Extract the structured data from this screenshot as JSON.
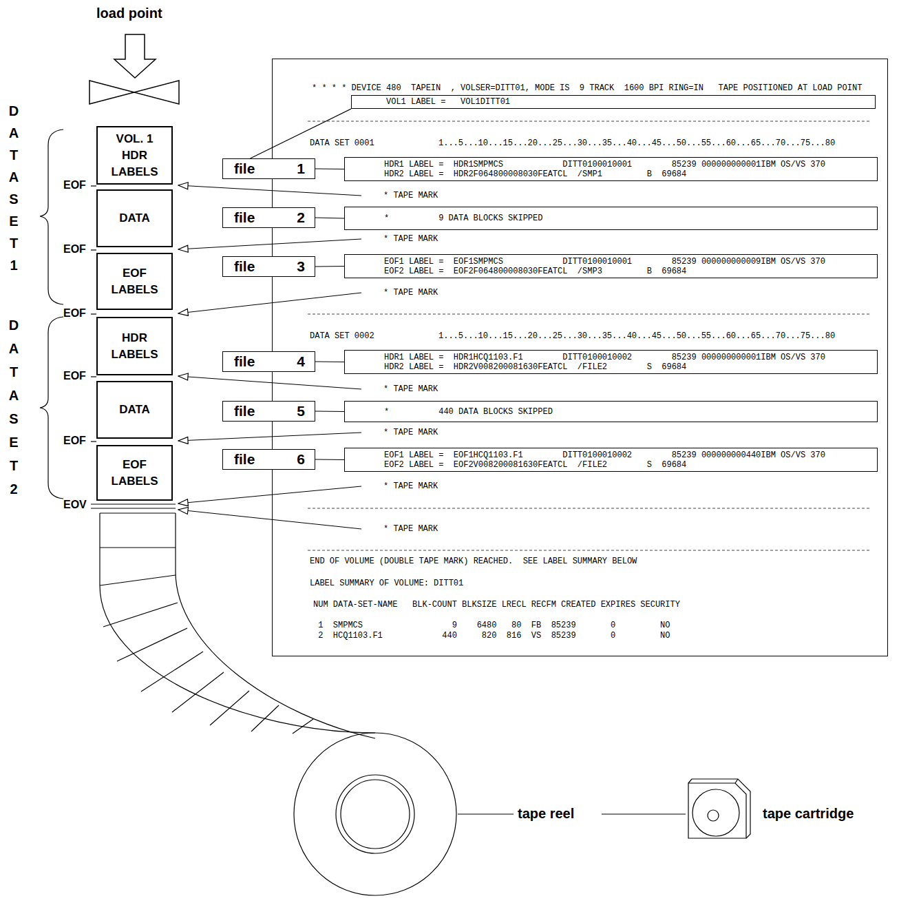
{
  "diagram": {
    "nodes": [
      {
        "text": [
          "VOL. 1 HDR LABELS"
        ]
      },
      {
        "text": [
          "DATA"
        ]
      },
      {
        "text": [
          "EOF LABELS"
        ]
      },
      {
        "text": [
          "HDR LABELS"
        ]
      },
      {
        "text": [
          "DATA"
        ]
      },
      {
        "text": [
          "EOF LABELS"
        ]
      },
      {
        "text": [
          "file",
          "1"
        ]
      },
      {
        "text": [
          "file",
          "2"
        ]
      },
      {
        "text": [
          "file",
          "3"
        ]
      },
      {
        "text": [
          "file",
          "4"
        ]
      },
      {
        "text": [
          "file",
          "5"
        ]
      },
      {
        "text": [
          "file",
          "6"
        ]
      },
      {
        "text": [
          "* * * * DEVICE 480  TAPEIN  , VOLSER=DITT01, MODE IS  9 TRACK  1600 BPI RING=IN   TAPE POSITIONED AT LOAD POINT",
          "DATA SET 0001",
          "1...5...10...15...20...25...30...35...40...45...50...55...60...65...70...75...80",
          "* TAPE MARK",
          "* TAPE MARK",
          "* TAPE MARK",
          "DATA SET 0002",
          "1...5...10...15...20...25...30...35...40...45...50...55...60...65...70...75...80",
          "* TAPE MARK",
          "* TAPE MARK",
          "* TAPE MARK",
          "* TAPE MARK",
          "END OF VOLUME (DOUBLE TAPE MARK) REACHED.  SEE LABEL SUMMARY BELOW",
          "LABEL SUMMARY OF VOLUME: DITT01",
          "NUM DATA-SET-NAME   BLK-COUNT BLKSIZE LRECL RECFM CREATED EXPIRES SECURITY",
          " 1  SMPMCS                  9    6480   80  FB  85239       0         NO",
          " 2  HCQ1103.F1            440     820  816  VS  85239       0         NO"
        ]
      },
      {
        "text": [
          "VOL1 LABEL =   VOL1DITT01"
        ],
        "in": 12
      },
      {
        "text": [
          "HDR1 LABEL =  HDR1SMPMCS            DITT0100010001        85239 000000000001IBM OS/VS 370",
          "HDR2 LABEL =  HDR2F064800008030FEATCL  /SMP1         B  69684"
        ],
        "in": 12
      },
      {
        "text": [
          "*          9 DATA BLOCKS SKIPPED"
        ],
        "in": 12
      },
      {
        "text": [
          "EOF1 LABEL =  EOF1SMPMCS            DITT0100010001        85239 000000000009IBM OS/VS 370",
          "EOF2 LABEL =  EOF2F064800008030FEATCL  /SMP3         B  69684"
        ],
        "in": 12
      },
      {
        "text": [
          "HDR1 LABEL =  HDR1HCQ1103.F1        DITT0100010002        85239 000000000001IBM OS/VS 370",
          "HDR2 LABEL =  HDR2V008200081630FEATCL  /FILE2        S  69684"
        ],
        "in": 12
      },
      {
        "text": [
          "*          440 DATA BLOCKS SKIPPED"
        ],
        "in": 12
      },
      {
        "text": [
          "EOF1 LABEL =  EOF1HCQ1103.F1        DITT0100010002        85239 000000000440IBM OS/VS 370",
          "EOF2 LABEL =  EOF2V008200081630FEATCL  /FILE2        S  69684"
        ],
        "in": 12
      }
    ],
    "edges": [
      {
        "from": 6,
        "to": 13,
        "arrow": "none"
      },
      {
        "from": 6,
        "to": 14,
        "arrow": "none"
      },
      {
        "from": 7,
        "to": 15,
        "arrow": "none"
      },
      {
        "from": 8,
        "to": 16,
        "arrow": "none"
      },
      {
        "from": 9,
        "to": 17,
        "arrow": "none"
      },
      {
        "from": 10,
        "to": 18,
        "arrow": "none"
      },
      {
        "from": 11,
        "to": 19,
        "arrow": "none"
      }
    ],
    "labels": [
      "load point",
      "DATA SET 1",
      "DATA SET 2",
      "EOF",
      "EOF",
      "EOF",
      "EOF",
      "EOF",
      "EOV",
      "tape reel",
      "tape cartridge"
    ]
  }
}
